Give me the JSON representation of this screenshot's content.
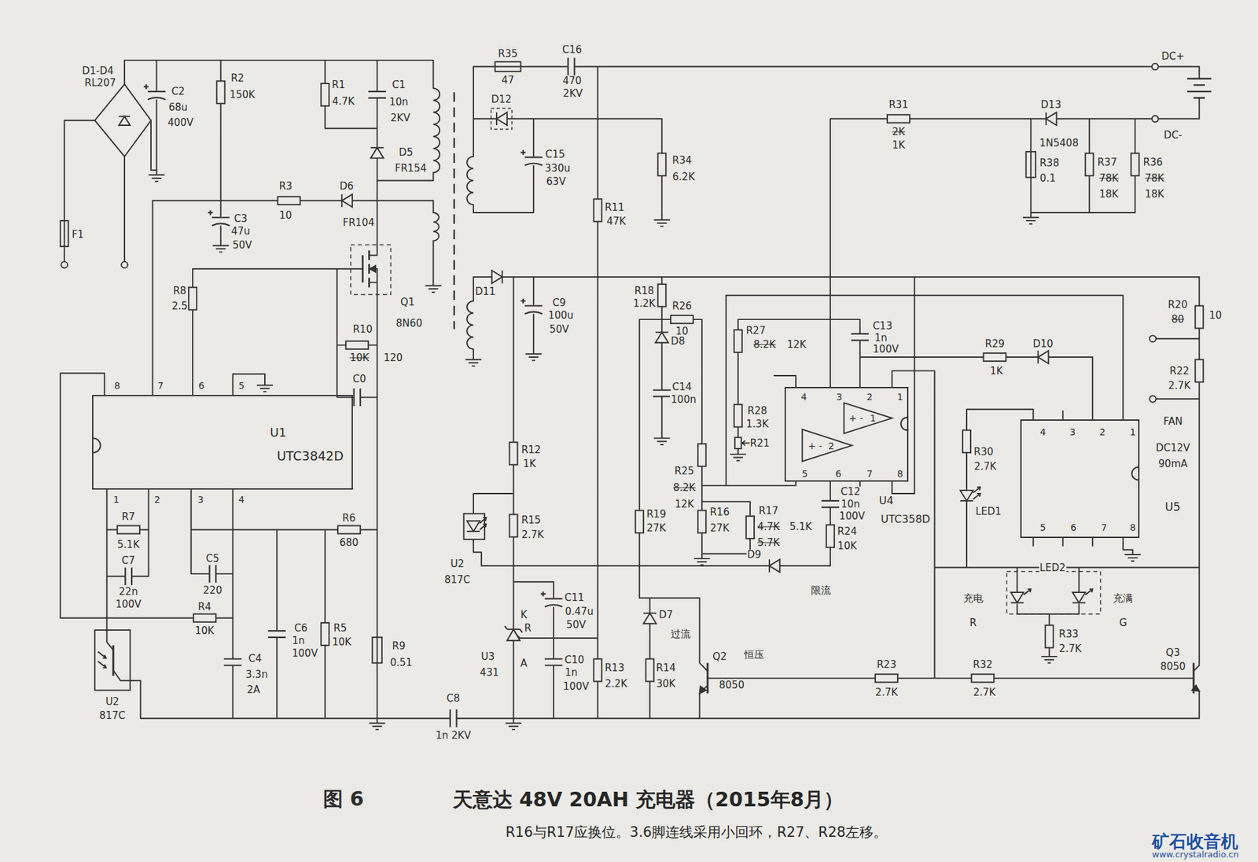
{
  "diagram": {
    "title": "天意达 48V 20AH 充电器（2015年8月）",
    "caption": "R16与R17应换位。3.6脚连线采用小回环，R27、R28左移。",
    "nodes": [
      {
        "text": [
          "U1",
          "UTC3842D"
        ]
      },
      {
        "text": [
          "U4",
          "UTC358D"
        ]
      },
      {
        "text": [
          "U5"
        ]
      }
    ],
    "labels": [
      "D1-D4",
      "RL207",
      "C2",
      "68u",
      "400V",
      "F1",
      "R2",
      "150K",
      "R1",
      "4.7K",
      "C1",
      "10n",
      "2KV",
      "D5",
      "FR154",
      "C3",
      "47u",
      "50V",
      "R3",
      "10",
      "D6",
      "FR104",
      "R8",
      "2.5",
      "Q1",
      "8N60",
      "R10",
      "10K",
      "120",
      "C0",
      "8",
      "7",
      "6",
      "5",
      "1",
      "2",
      "3",
      "4",
      "R7",
      "5.1K",
      "C7",
      "22n",
      "100V",
      "C5",
      "220",
      "R4",
      "10K",
      "C4",
      "3.3n",
      "2A",
      "C6",
      "1n",
      "100V",
      "R5",
      "10K",
      "R6",
      "680",
      "R9",
      "0.51",
      "U2",
      "817C",
      "C8",
      "1n 2KV",
      "R35",
      "47",
      "C16",
      "470",
      "2KV",
      "D12",
      "C15",
      "330u",
      "63V",
      "R34",
      "6.2K",
      "R11",
      "47K",
      "D11",
      "C9",
      "100u",
      "50V",
      "R12",
      "1K",
      "R15",
      "2.7K",
      "U2",
      "817C",
      "U3",
      "431",
      "K",
      "R",
      "A",
      "C11",
      "0.47u",
      "50V",
      "C10",
      "1n",
      "100V",
      "R13",
      "2.2K",
      "R14",
      "30K",
      "D7",
      "过流",
      "Q2",
      "恒压",
      "8050",
      "R18",
      "1.2K",
      "D8",
      "R26",
      "10",
      "C14",
      "100n",
      "R25",
      "8.2K",
      "12K",
      "R19",
      "27K",
      "R16",
      "27K",
      "R17",
      "4.7K",
      "5.1K",
      "5.7K",
      "D9",
      "限流",
      "R27",
      "8.2K",
      "12K",
      "R28",
      "1.3K",
      "R21",
      "C13",
      "1n",
      "100V",
      "4",
      "3",
      "2",
      "1",
      "+ -",
      "1",
      "+ -",
      "2",
      "5",
      "6",
      "7",
      "8",
      "R31",
      "2K",
      "1K",
      "D13",
      "1N5408",
      "R38",
      "0.1",
      "R37",
      "78K",
      "18K",
      "R36",
      "78K",
      "18K",
      "DC+",
      "DC-",
      "R29",
      "1K",
      "D10",
      "R20",
      "80",
      "10",
      "R22",
      "2.7K",
      "FAN",
      "DC12V",
      "90mA",
      "4",
      "3",
      "2",
      "1",
      "5",
      "6",
      "7",
      "8",
      "R30",
      "2.7K",
      "LED1",
      "LED2",
      "充电",
      "R",
      "充满",
      "G",
      "R33",
      "2.7K",
      "R23",
      "2.7K",
      "R32",
      "2.7K",
      "Q3",
      "8050",
      "图 6",
      "矿石收音机",
      "www.crystalradio.cn",
      "C12",
      "10n",
      "100V",
      "R24",
      "10K"
    ]
  }
}
